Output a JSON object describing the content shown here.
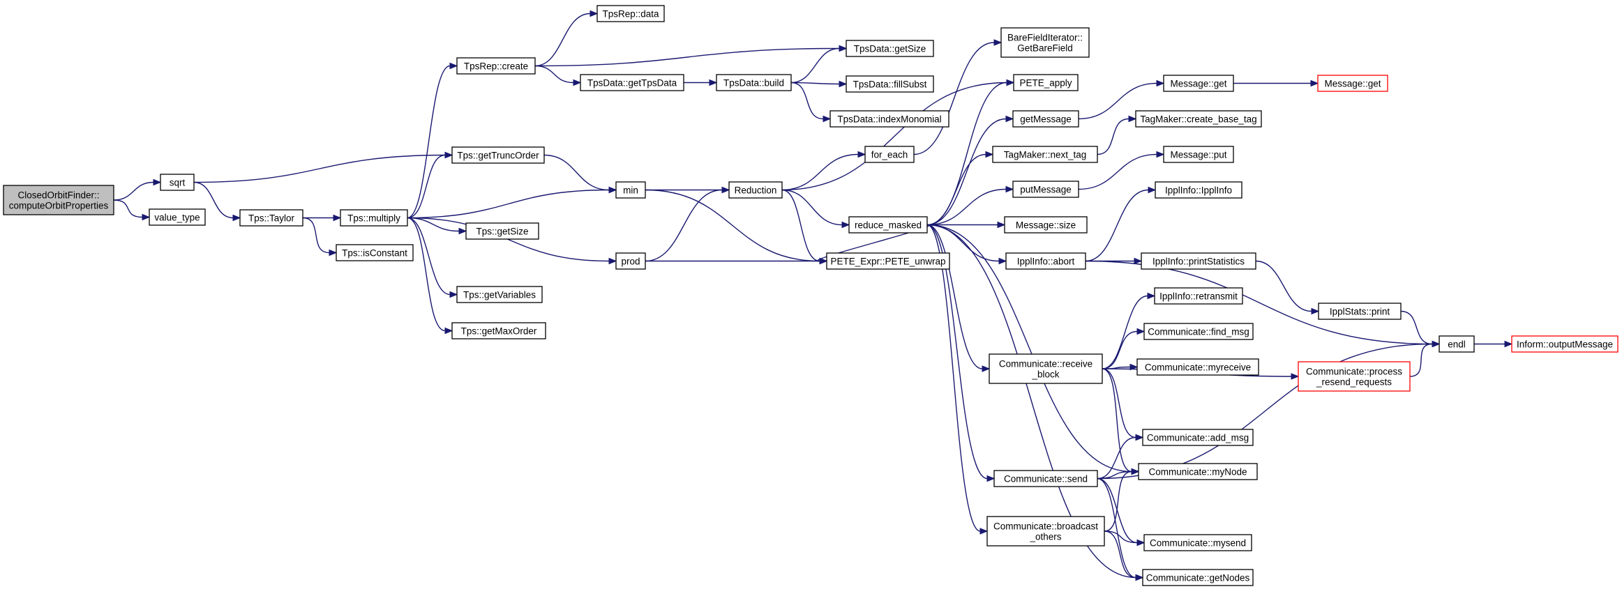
{
  "colors": {
    "edge": "#191970",
    "root_fill": "#bfbfbf",
    "node_border": "#000000",
    "truncated_border": "#ff0000"
  },
  "nodes": [
    {
      "id": "root",
      "lines": [
        "ClosedOrbitFinder::",
        "computeOrbitProperties"
      ],
      "style": "root"
    },
    {
      "id": "sqrt",
      "lines": [
        "sqrt"
      ]
    },
    {
      "id": "value_type",
      "lines": [
        "value_type"
      ]
    },
    {
      "id": "taylor",
      "lines": [
        "Tps::Taylor"
      ]
    },
    {
      "id": "multiply",
      "lines": [
        "Tps::multiply"
      ]
    },
    {
      "id": "isConstant",
      "lines": [
        "Tps::isConstant"
      ]
    },
    {
      "id": "getTruncOrder",
      "lines": [
        "Tps::getTruncOrder"
      ]
    },
    {
      "id": "getSize",
      "lines": [
        "Tps::getSize"
      ]
    },
    {
      "id": "getVariables",
      "lines": [
        "Tps::getVariables"
      ]
    },
    {
      "id": "getMaxOrder",
      "lines": [
        "Tps::getMaxOrder"
      ]
    },
    {
      "id": "repData",
      "lines": [
        "TpsRep::data"
      ]
    },
    {
      "id": "repCreate",
      "lines": [
        "TpsRep::create"
      ]
    },
    {
      "id": "dataGetSize",
      "lines": [
        "TpsData::getSize"
      ]
    },
    {
      "id": "getTpsData",
      "lines": [
        "TpsData::getTpsData"
      ]
    },
    {
      "id": "dataBuild",
      "lines": [
        "TpsData::build"
      ]
    },
    {
      "id": "fillSubst",
      "lines": [
        "TpsData::fillSubst"
      ]
    },
    {
      "id": "indexMonomial",
      "lines": [
        "TpsData::indexMonomial"
      ]
    },
    {
      "id": "min",
      "lines": [
        "min"
      ]
    },
    {
      "id": "prod",
      "lines": [
        "prod"
      ]
    },
    {
      "id": "reduction",
      "lines": [
        "Reduction"
      ]
    },
    {
      "id": "forEach",
      "lines": [
        "for_each"
      ]
    },
    {
      "id": "reduceMasked",
      "lines": [
        "reduce_masked"
      ]
    },
    {
      "id": "peteUnwrap",
      "lines": [
        "PETE_Expr::PETE_unwrap"
      ]
    },
    {
      "id": "bareField",
      "lines": [
        "BareFieldIterator::",
        "GetBareField"
      ]
    },
    {
      "id": "peteApply",
      "lines": [
        "PETE_apply"
      ]
    },
    {
      "id": "getMessage",
      "lines": [
        "getMessage"
      ]
    },
    {
      "id": "nextTag",
      "lines": [
        "TagMaker::next_tag"
      ]
    },
    {
      "id": "putMessage",
      "lines": [
        "putMessage"
      ]
    },
    {
      "id": "messageSize",
      "lines": [
        "Message::size"
      ]
    },
    {
      "id": "ipplAbort",
      "lines": [
        "IpplInfo::abort"
      ]
    },
    {
      "id": "messageGet",
      "lines": [
        "Message::get"
      ]
    },
    {
      "id": "messageGetRed",
      "lines": [
        "Message::get"
      ],
      "style": "red"
    },
    {
      "id": "createBaseTag",
      "lines": [
        "TagMaker::create_base_tag"
      ]
    },
    {
      "id": "messagePut",
      "lines": [
        "Message::put"
      ]
    },
    {
      "id": "ipplInfo",
      "lines": [
        "IpplInfo::IpplInfo"
      ]
    },
    {
      "id": "printStatistics",
      "lines": [
        "IpplInfo::printStatistics"
      ]
    },
    {
      "id": "statsPrint",
      "lines": [
        "IpplStats::print"
      ]
    },
    {
      "id": "endl",
      "lines": [
        "endl"
      ]
    },
    {
      "id": "outputMessage",
      "lines": [
        "Inform::outputMessage"
      ],
      "style": "red"
    },
    {
      "id": "receiveBlock",
      "lines": [
        "Communicate::receive",
        "_block"
      ]
    },
    {
      "id": "retransmit",
      "lines": [
        "IpplInfo::retransmit"
      ]
    },
    {
      "id": "findMsg",
      "lines": [
        "Communicate::find_msg"
      ]
    },
    {
      "id": "myreceive",
      "lines": [
        "Communicate::myreceive"
      ]
    },
    {
      "id": "processResend",
      "lines": [
        "Communicate::process",
        "_resend_requests"
      ],
      "style": "red"
    },
    {
      "id": "addMsg",
      "lines": [
        "Communicate::add_msg"
      ]
    },
    {
      "id": "send",
      "lines": [
        "Communicate::send"
      ]
    },
    {
      "id": "myNode",
      "lines": [
        "Communicate::myNode"
      ]
    },
    {
      "id": "broadcast",
      "lines": [
        "Communicate::broadcast",
        "_others"
      ]
    },
    {
      "id": "mysend",
      "lines": [
        "Communicate::mysend"
      ]
    },
    {
      "id": "getNodes",
      "lines": [
        "Communicate::getNodes"
      ]
    }
  ],
  "edges": [
    [
      "root",
      "sqrt"
    ],
    [
      "root",
      "value_type"
    ],
    [
      "sqrt",
      "getTruncOrder"
    ],
    [
      "sqrt",
      "taylor"
    ],
    [
      "taylor",
      "multiply"
    ],
    [
      "taylor",
      "isConstant"
    ],
    [
      "multiply",
      "repCreate"
    ],
    [
      "multiply",
      "getTruncOrder"
    ],
    [
      "multiply",
      "min"
    ],
    [
      "multiply",
      "getSize"
    ],
    [
      "multiply",
      "prod"
    ],
    [
      "multiply",
      "getVariables"
    ],
    [
      "multiply",
      "getMaxOrder"
    ],
    [
      "repCreate",
      "repData"
    ],
    [
      "repCreate",
      "dataGetSize"
    ],
    [
      "repCreate",
      "getTpsData"
    ],
    [
      "getTpsData",
      "dataBuild"
    ],
    [
      "dataBuild",
      "dataGetSize"
    ],
    [
      "dataBuild",
      "fillSubst"
    ],
    [
      "dataBuild",
      "indexMonomial"
    ],
    [
      "getTruncOrder",
      "min"
    ],
    [
      "min",
      "reduction"
    ],
    [
      "min",
      "peteUnwrap"
    ],
    [
      "prod",
      "reduction"
    ],
    [
      "prod",
      "peteUnwrap"
    ],
    [
      "reduction",
      "forEach"
    ],
    [
      "reduction",
      "peteApply"
    ],
    [
      "reduction",
      "reduceMasked"
    ],
    [
      "reduction",
      "peteUnwrap"
    ],
    [
      "forEach",
      "bareField"
    ],
    [
      "reduceMasked",
      "peteApply"
    ],
    [
      "reduceMasked",
      "getMessage"
    ],
    [
      "reduceMasked",
      "nextTag"
    ],
    [
      "reduceMasked",
      "putMessage"
    ],
    [
      "reduceMasked",
      "messageSize"
    ],
    [
      "reduceMasked",
      "ipplAbort"
    ],
    [
      "reduceMasked",
      "peteUnwrap"
    ],
    [
      "reduceMasked",
      "receiveBlock"
    ],
    [
      "reduceMasked",
      "send"
    ],
    [
      "reduceMasked",
      "broadcast"
    ],
    [
      "reduceMasked",
      "myNode"
    ],
    [
      "reduceMasked",
      "getNodes"
    ],
    [
      "getMessage",
      "messageGet"
    ],
    [
      "messageGet",
      "messageGetRed"
    ],
    [
      "nextTag",
      "createBaseTag"
    ],
    [
      "putMessage",
      "messagePut"
    ],
    [
      "ipplAbort",
      "ipplInfo"
    ],
    [
      "ipplAbort",
      "printStatistics"
    ],
    [
      "ipplAbort",
      "endl"
    ],
    [
      "printStatistics",
      "statsPrint"
    ],
    [
      "statsPrint",
      "endl"
    ],
    [
      "endl",
      "outputMessage"
    ],
    [
      "receiveBlock",
      "retransmit"
    ],
    [
      "receiveBlock",
      "findMsg"
    ],
    [
      "receiveBlock",
      "myreceive"
    ],
    [
      "receiveBlock",
      "processResend"
    ],
    [
      "receiveBlock",
      "addMsg"
    ],
    [
      "receiveBlock",
      "myNode"
    ],
    [
      "processResend",
      "endl"
    ],
    [
      "send",
      "addMsg"
    ],
    [
      "send",
      "myNode"
    ],
    [
      "send",
      "mysend"
    ],
    [
      "send",
      "getNodes"
    ],
    [
      "send",
      "endl"
    ],
    [
      "broadcast",
      "myNode"
    ],
    [
      "broadcast",
      "mysend"
    ],
    [
      "broadcast",
      "getNodes"
    ]
  ]
}
